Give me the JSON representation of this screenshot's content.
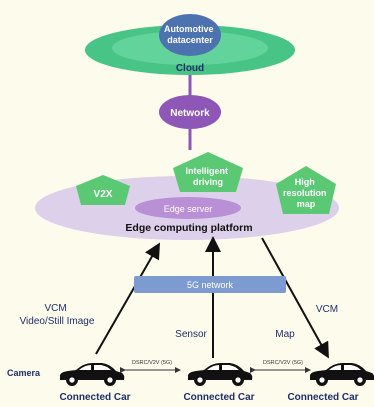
{
  "nodes": {
    "datacenter": [
      "Automotive",
      "datacenter"
    ],
    "cloud": "Cloud",
    "network": "Network",
    "intelligent_driving": [
      "Intelligent",
      "driving"
    ],
    "v2x": "V2X",
    "hd_map": [
      "High",
      "resolution",
      "map"
    ],
    "edge_server": "Edge server",
    "edge_platform": "Edge computing platform",
    "network_5g": "5G network"
  },
  "links": {
    "vcm_left": [
      "VCM",
      "Video/Still Image"
    ],
    "sensor": "Sensor",
    "map": "Map",
    "vcm_right": "VCM",
    "camera": "Camera",
    "dsrc": "DSRC/V2V (5G)"
  },
  "cars": {
    "label": "Connected Car"
  },
  "colors": {
    "background": "#fdfbec",
    "cloud_green": "#48c487",
    "datacenter_blue": "#4c72b0",
    "network_purple": "#8e56b7",
    "platform_lavender": "#ddd0ea",
    "node_green": "#5bc874",
    "bar_blue": "#7d9bd1",
    "text_dark": "#1e2f6a",
    "arrow": "#111111",
    "car": "#111111"
  }
}
